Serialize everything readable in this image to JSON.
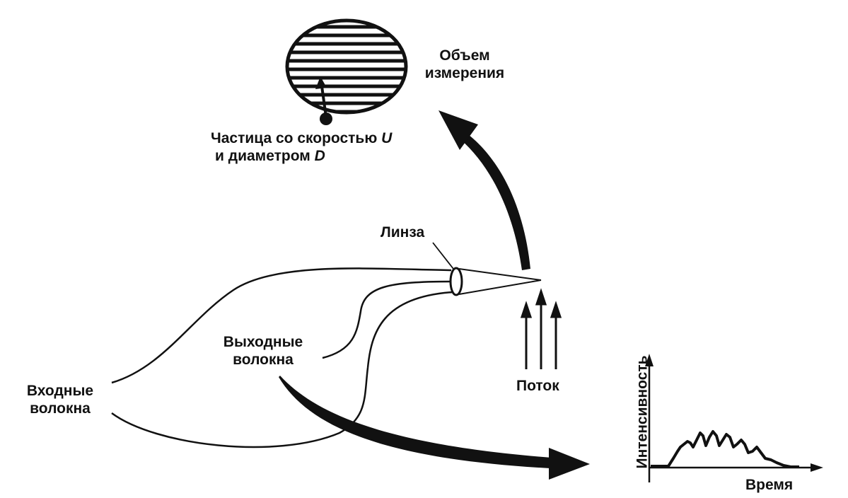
{
  "labels": {
    "measurement_volume": {
      "line1": "Объем",
      "line2": "измерения"
    },
    "particle": {
      "line1_prefix": "Частица со скоростью ",
      "line1_var": "U",
      "line2_prefix": "и диаметром ",
      "line2_var": "D"
    },
    "lens": "Линза",
    "output_fibers": {
      "line1": "Выходные",
      "line2": "волокна"
    },
    "input_fibers": {
      "line1": "Входные",
      "line2": "волокна"
    },
    "flow": "Поток",
    "signal_axes": {
      "y": "Интенсивность",
      "x": "Время"
    }
  },
  "colors": {
    "ink": "#111111",
    "background": "#ffffff"
  }
}
